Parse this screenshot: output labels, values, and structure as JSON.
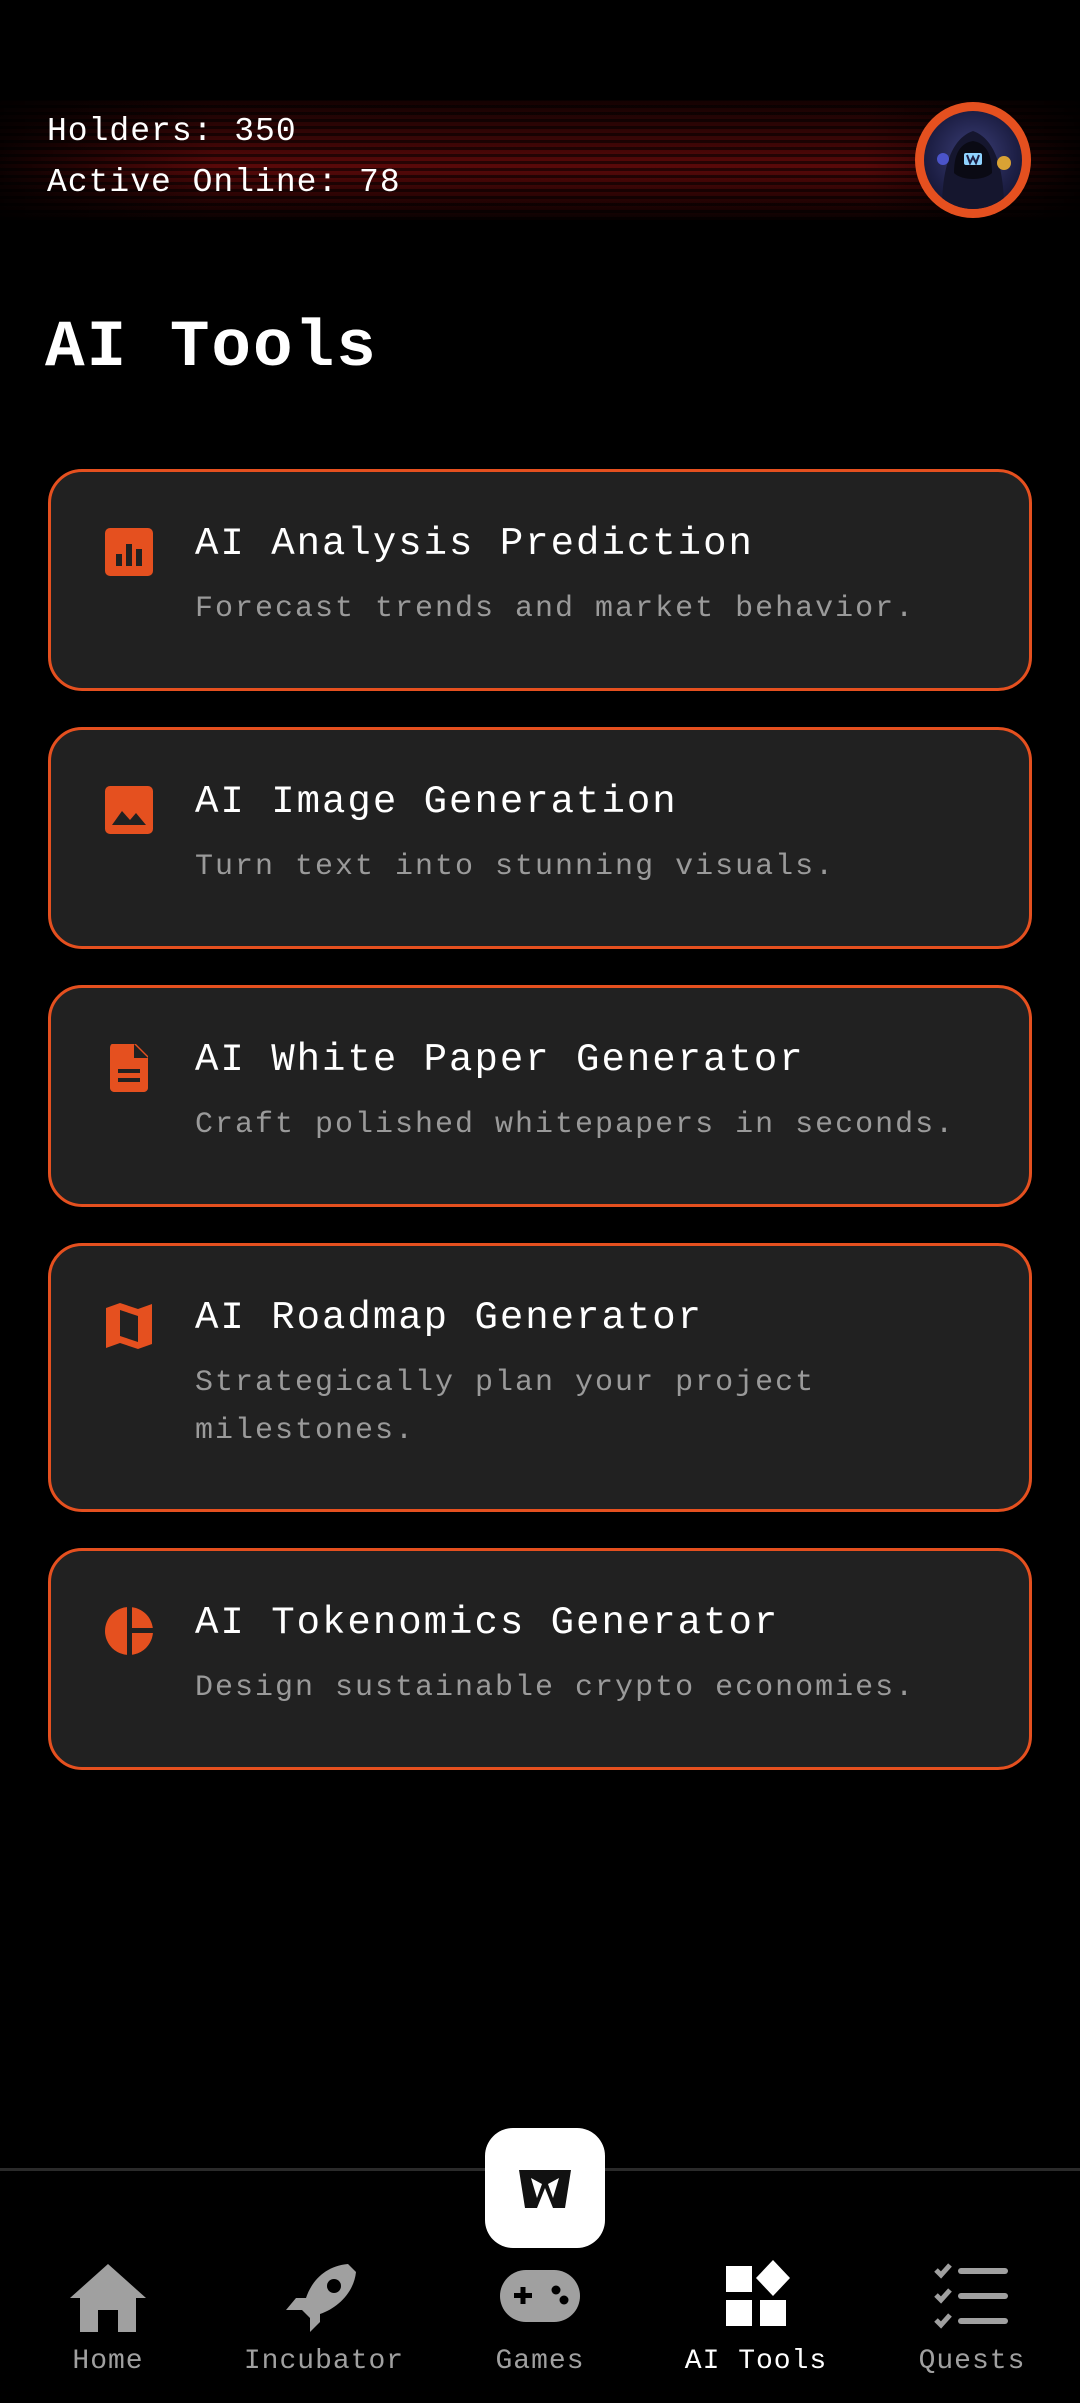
{
  "header": {
    "holders": "Holders: 350",
    "active_online": "Active Online: 78"
  },
  "page_title": "AI Tools",
  "colors": {
    "accent": "#e5501f",
    "card_bg": "#212121",
    "description": "#9a9a9a",
    "nav_inactive": "#a0a0a0"
  },
  "tools": [
    {
      "icon": "bar-chart-icon",
      "title": "AI Analysis Prediction",
      "description": "Forecast trends and market behavior."
    },
    {
      "icon": "image-icon",
      "title": "AI Image Generation",
      "description": "Turn text into stunning visuals."
    },
    {
      "icon": "document-icon",
      "title": "AI White Paper Generator",
      "description": "Craft polished whitepapers in seconds."
    },
    {
      "icon": "map-icon",
      "title": "AI Roadmap Generator",
      "description": "Strategically plan your project milestones."
    },
    {
      "icon": "pie-chart-icon",
      "title": "AI Tokenomics Generator",
      "description": "Design sustainable crypto economies."
    }
  ],
  "nav": {
    "items": [
      {
        "label": "Home",
        "icon": "home-icon"
      },
      {
        "label": "Incubator",
        "icon": "rocket-icon"
      },
      {
        "label": "Games",
        "icon": "gamepad-icon"
      },
      {
        "label": "AI Tools",
        "icon": "widgets-icon",
        "active": true
      },
      {
        "label": "Quests",
        "icon": "checklist-icon"
      }
    ],
    "center_logo": "w-logo-icon"
  }
}
